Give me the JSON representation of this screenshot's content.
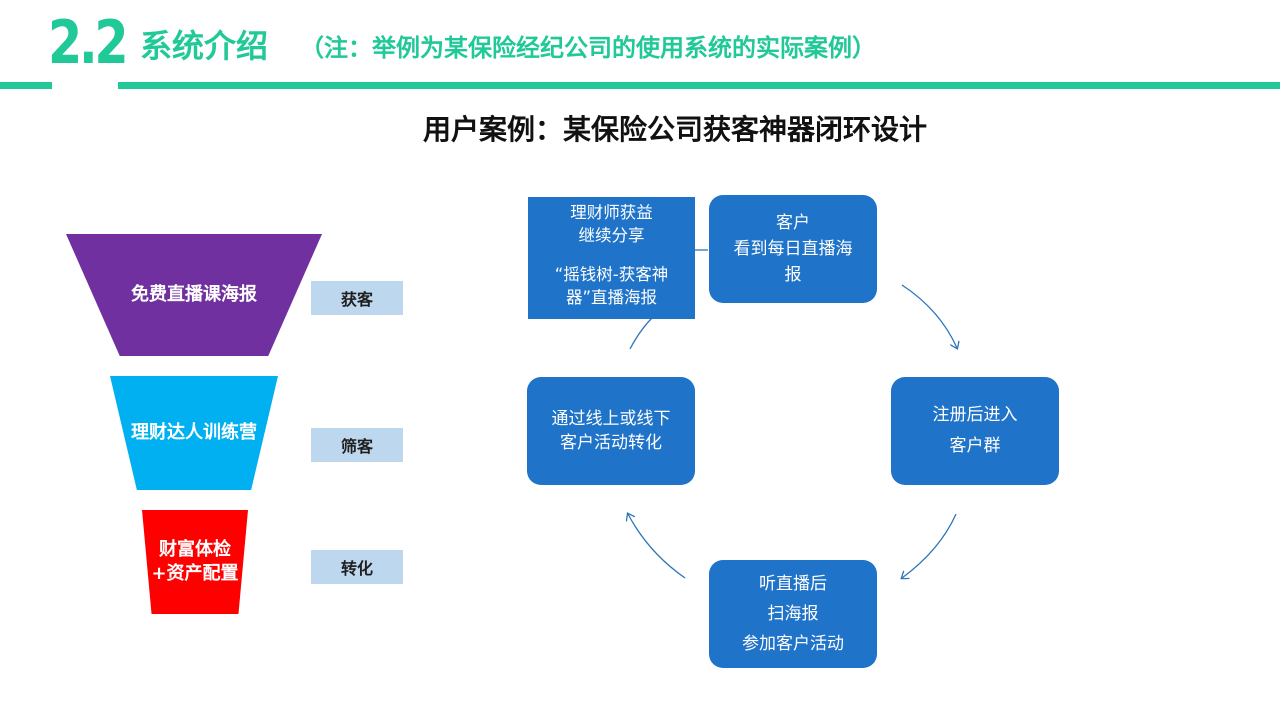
{
  "header": {
    "section_number": "2.2",
    "title": "系统介绍",
    "note": "（注：举例为某保险经纪公司的使用系统的实际案例）"
  },
  "case_title": "用户案例：某保险公司获客神器闭环设计",
  "funnel": {
    "layers": [
      {
        "label": "免费直播课海报",
        "color": "#7030a0"
      },
      {
        "label_line1": "理财达人训练营",
        "color": "#00b0f0"
      },
      {
        "label_line1": "财富体检",
        "label_line2": "+资产配置",
        "color": "#ff0000"
      }
    ],
    "stages": [
      "获客",
      "筛客",
      "转化"
    ]
  },
  "cycle": {
    "nodes": [
      {
        "lines": [
          "客户",
          "看到每日直播海",
          "报"
        ]
      },
      {
        "lines": [
          "注册后进入",
          "客户群"
        ]
      },
      {
        "lines": [
          "听直播后",
          "扫海报",
          "参加客户活动"
        ]
      },
      {
        "lines": [
          "通过线上或线下",
          "客户活动转化"
        ]
      },
      {
        "lines": [
          "理财师获益",
          "继续分享",
          "“摇钱树-获客神",
          "器”直播海报"
        ]
      }
    ],
    "node_color": "#1f73c9",
    "arrow_color": "#2e75b6"
  },
  "colors": {
    "accent": "#20c997",
    "tag_bg": "#bdd7ee"
  }
}
